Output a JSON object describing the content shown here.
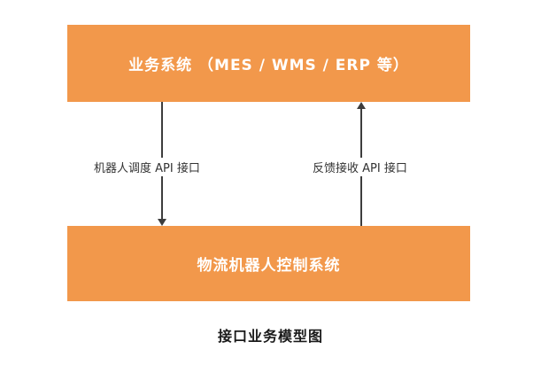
{
  "diagram": {
    "top_box_label": "业务系统 （MES / WMS / ERP 等）",
    "bottom_box_label": "物流机器人控制系统",
    "left_arrow": {
      "label": "机器人调度 API 接口",
      "direction": "down"
    },
    "right_arrow": {
      "label": "反馈接收 API 接口",
      "direction": "up"
    },
    "caption": "接口业务模型图",
    "colors": {
      "box_background": "#F2984B",
      "box_text": "#FFFFFF",
      "arrow": "#3D3D3D",
      "label_text": "#333333"
    }
  }
}
